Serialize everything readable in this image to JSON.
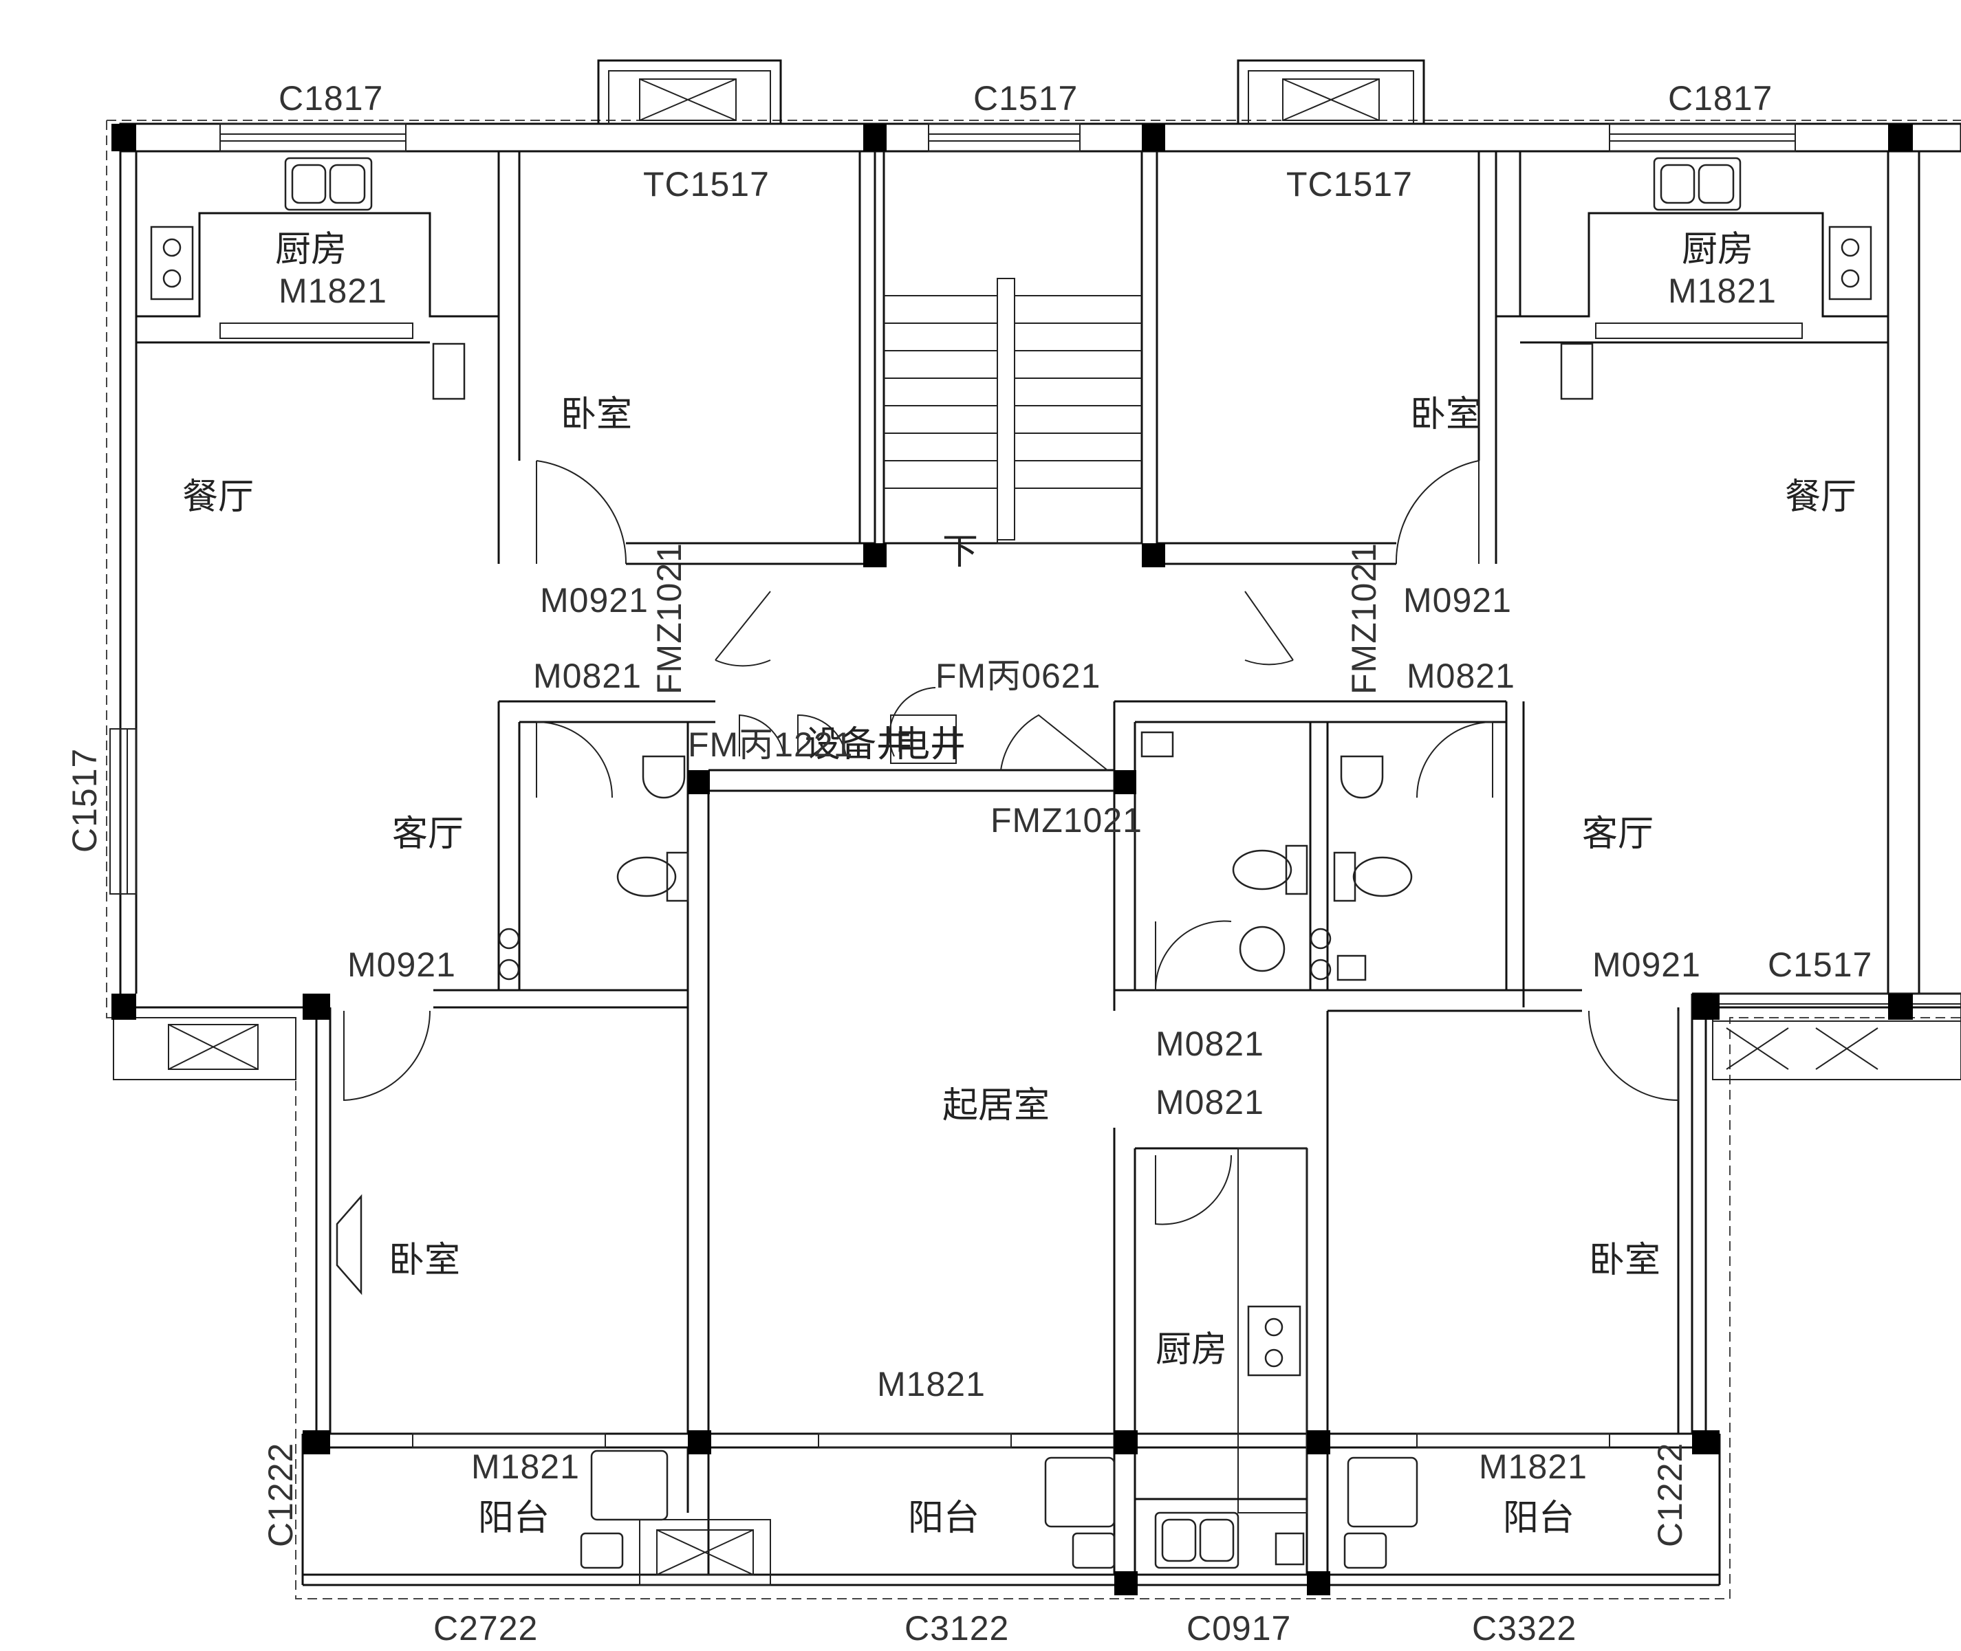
{
  "colors": {
    "line": "#111111",
    "paper": "#ffffff"
  },
  "rooms": {
    "kitchen_left": "厨房",
    "kitchen_right": "厨房",
    "kitchen_center": "厨房",
    "dining_left": "餐厅",
    "dining_right": "餐厅",
    "living_left": "客厅",
    "living_right": "客厅",
    "bedroom_top_left": "卧室",
    "bedroom_top_right": "卧室",
    "bedroom_bottom_left": "卧室",
    "bedroom_bottom_right": "卧室",
    "living_center": "起居室",
    "balcony_left": "阳台",
    "balcony_center": "阳台",
    "balcony_right": "阳台",
    "equipment_shaft": "设备井",
    "electric_shaft": "电井",
    "stair_down": "下"
  },
  "windows": {
    "c1817_left": "C1817",
    "c1517_top": "C1517",
    "c1817_right": "C1817",
    "tc1517_left": "TC1517",
    "tc1517_right": "TC1517",
    "c1517_left_side": "C1517",
    "c1517_right_side": "C1517",
    "c1222_left": "C1222",
    "c1222_right": "C1222",
    "c2722": "C2722",
    "c3122": "C3122",
    "c0917": "C0917",
    "c3322": "C3322"
  },
  "doors": {
    "m1821_kitchen_left": "M1821",
    "m1821_kitchen_right": "M1821",
    "m0921_top_left": "M0921",
    "m0921_top_right": "M0921",
    "m0821_left": "M0821",
    "m0821_right": "M0821",
    "fmz1021_left": "FMZ1021",
    "fmz1021_right": "FMZ1021",
    "fmz1021_center": "FMZ1021",
    "fm1221": "FM丙1221",
    "fm0621": "FM丙0621",
    "m0921_mid_left": "M0921",
    "m0921_mid_right": "M0921",
    "m0821_center_1": "M0821",
    "m0821_center_2": "M0821",
    "m1821_center": "M1821",
    "m1821_balcony_left": "M1821",
    "m1821_balcony_right": "M1821"
  }
}
